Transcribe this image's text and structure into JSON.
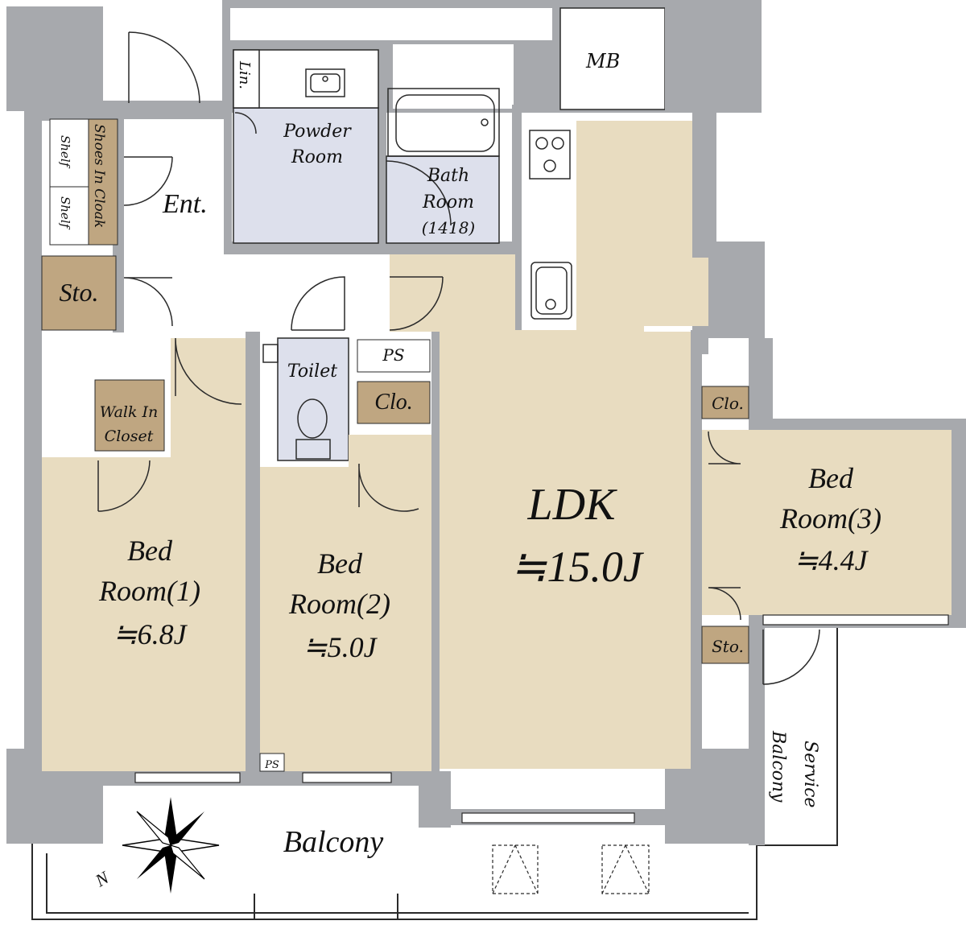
{
  "plan": {
    "colors": {
      "wall": "#a7a9ad",
      "room": "#e8dcc0",
      "wet_area": "#dde0ec",
      "storage": "#bfa681",
      "balcony": "#ffffff",
      "line": "#2a2a2a"
    },
    "labels": {
      "mb": "MB",
      "lin": "Lin.",
      "powder_room_l1": "Powder",
      "powder_room_l2": "Room",
      "bath_l1": "Bath",
      "bath_l2": "Room",
      "bath_l3": "(1418)",
      "shoes_in_cloak": "Shoes In Cloak",
      "shelf_1": "Shelf",
      "shelf_2": "Shelf",
      "entrance": "Ent.",
      "sto_1": "Sto.",
      "toilet": "Toilet",
      "ps_1": "PS",
      "clo_1": "Clo.",
      "walk_in_l1": "Walk In",
      "walk_in_l2": "Closet",
      "clo_2": "Clo.",
      "sto_2": "Sto.",
      "ldk": "LDK",
      "ldk_size": "≒15.0J",
      "bed1_l1": "Bed",
      "bed1_l2": "Room(1)",
      "bed1_size": "≒6.8J",
      "bed2_l1": "Bed",
      "bed2_l2": "Room(2)",
      "bed2_size": "≒5.0J",
      "bed3_l1": "Bed",
      "bed3_l2": "Room(3)",
      "bed3_size": "≒4.4J",
      "ps_2": "PS",
      "balcony": "Balcony",
      "service_l1": "Service",
      "service_l2": "Balcony",
      "compass_n": "N"
    }
  }
}
